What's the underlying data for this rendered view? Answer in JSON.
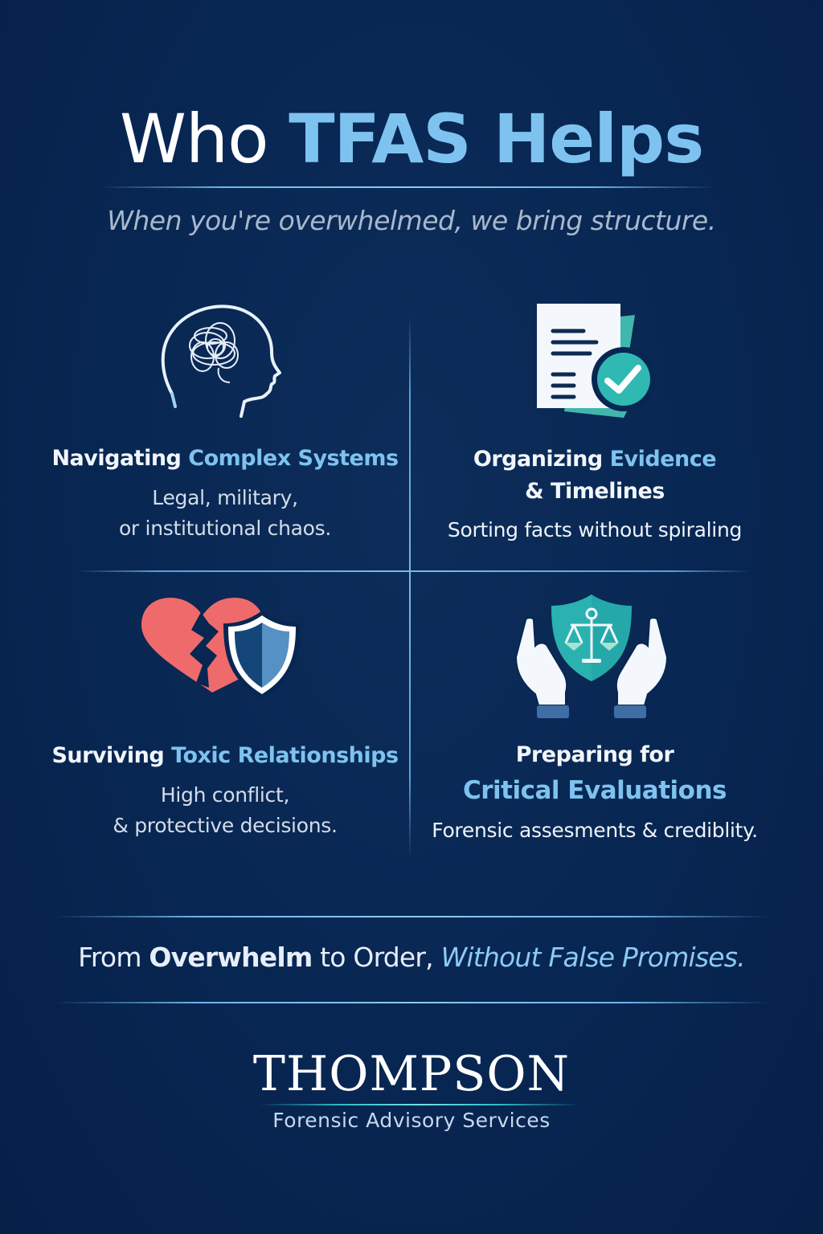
{
  "header": {
    "title_part1": "Who",
    "title_part2": "TFAS Helps",
    "tagline": "When you're overwhelmed, we bring structure."
  },
  "cells": [
    {
      "icon": "tangled-mind-head-icon",
      "title_white": "Navigating",
      "title_highlight": "Complex Systems",
      "desc_line1": "Legal, military,",
      "desc_line2": "or institutional chaos."
    },
    {
      "icon": "document-checkmark-icon",
      "title_line1_white": "Organizing",
      "title_line1_highlight": "Evidence",
      "title_line2": "& Timelines",
      "desc_line1": "Sorting facts without spiraling"
    },
    {
      "icon": "broken-heart-shield-icon",
      "title_white": "Surviving",
      "title_highlight": "Toxic Relationships",
      "desc_line1": "High conflict,",
      "desc_line2": "& protective decisions."
    },
    {
      "icon": "hands-justice-shield-icon",
      "title_line1": "Preparing for",
      "title_line2": "Critical Evaluations",
      "desc_line1": "Forensic assesments & crediblity."
    }
  ],
  "motto": {
    "part1": "From",
    "part2": "Overwhelm",
    "part3": "to Order,",
    "part4": "Without False Promises."
  },
  "brand": {
    "name": "THOMPSON",
    "subtitle": "Forensic Advisory Services"
  },
  "colors": {
    "background": "#082652",
    "accent_blue": "#7ec3f0",
    "teal": "#2bb3b1",
    "coral": "#ee6b6b"
  }
}
